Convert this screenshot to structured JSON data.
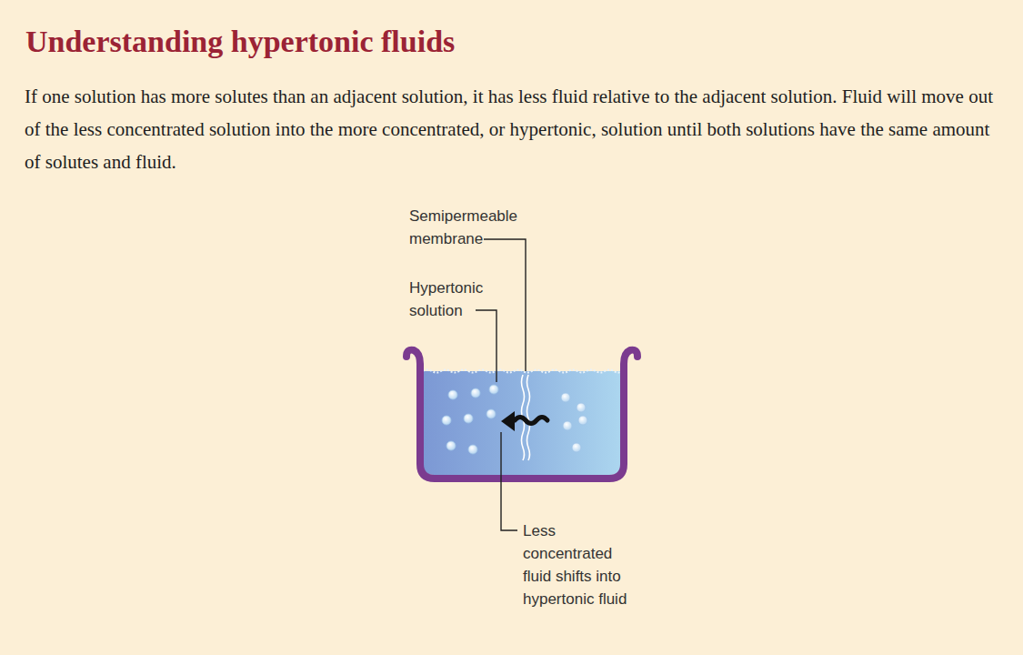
{
  "diagram": {
    "title": "Understanding hypertonic fluids",
    "labels": [
      "If one solution has more solutes than an adjacent solution, it has less fluid relative to the adjacent solution. Fluid will move out of the less concentrated solution into the more concentrated, or hypertonic, solution until both solutions have the same amount of solutes and fluid.",
      "Semipermeable membrane",
      "Hypertonic solution",
      "Less concentrated fluid shifts into hypertonic fluid"
    ]
  }
}
